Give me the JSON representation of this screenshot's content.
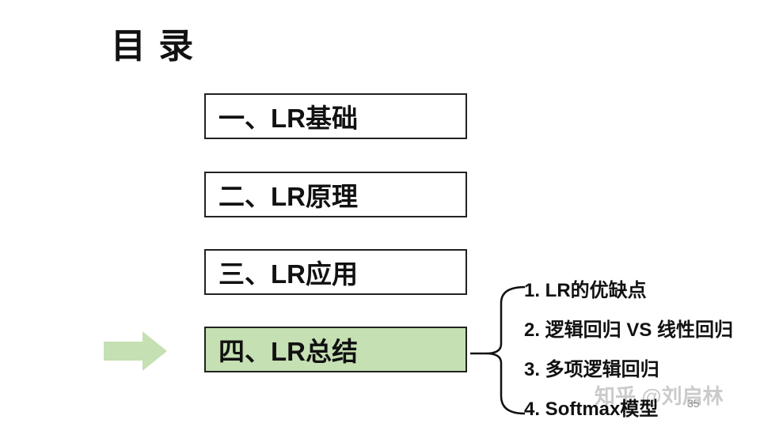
{
  "slide": {
    "title": "目 录",
    "page_number": "35",
    "watermark": "知乎 @刘启林"
  },
  "toc": {
    "items": [
      {
        "label": "一、LR基础",
        "highlighted": false
      },
      {
        "label": "二、LR原理",
        "highlighted": false
      },
      {
        "label": "三、LR应用",
        "highlighted": false
      },
      {
        "label": "四、LR总结",
        "highlighted": true
      }
    ]
  },
  "subtopics": [
    "1. LR的优缺点",
    "2. 逻辑回归 VS 线性回归",
    "3. 多项逻辑回归",
    "4. Softmax模型"
  ],
  "colors": {
    "highlight_green": "#c5e0b3",
    "arrow_green": "#c5e0b3",
    "box_border": "#222222",
    "text_black": "#111111",
    "watermark_gray": "#cbcbcb",
    "page_number_gray": "#8f8f8f"
  },
  "icons": {
    "arrow_right": "block-right-arrow",
    "brace": "left-curly-brace-connector"
  }
}
